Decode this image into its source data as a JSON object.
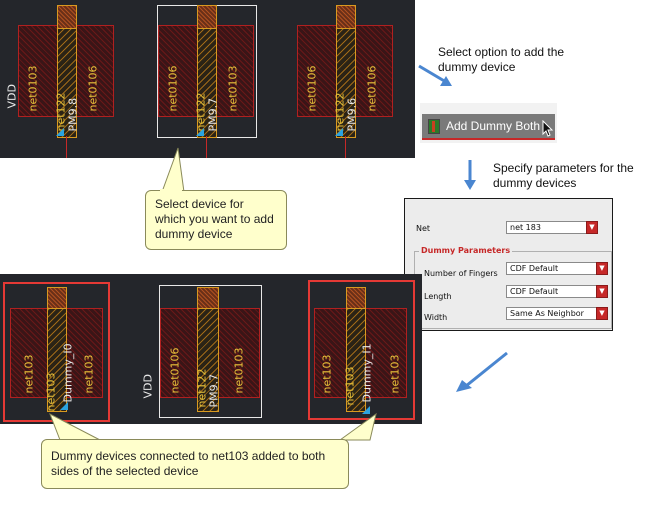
{
  "top_layout": {
    "vdd_label": "VDD",
    "cells": [
      {
        "left_net": "net0103",
        "gate_net": "net122",
        "device": "PM9.8",
        "right_net": "net0106"
      },
      {
        "left_net": "net0106",
        "gate_net": "net122",
        "device": "PM9.7",
        "right_net": "net0103"
      },
      {
        "left_net": "net0106",
        "gate_net": "net122",
        "device": "PM9.6",
        "right_net": "net0106"
      }
    ]
  },
  "callouts": {
    "select_device": "Select device for which you want to add dummy device",
    "dummy_result": "Dummy devices connected to net103 added to both sides of the selected device"
  },
  "notes": {
    "select_option": "Select option to add the dummy device",
    "specify_params": "Specify parameters for the dummy devices"
  },
  "menu": {
    "add_dummy_both": "Add Dummy Both",
    "icon": "dummy-device-icon"
  },
  "dialog": {
    "net_label": "Net",
    "net_value": "net 183",
    "section_title": "Dummy Parameters",
    "rows": [
      {
        "label": "Number of Fingers",
        "value": "CDF Default"
      },
      {
        "label": "Length",
        "value": "CDF Default"
      },
      {
        "label": "Width",
        "value": "Same As Neighbor"
      }
    ]
  },
  "bottom_layout": {
    "vdd_label": "VDD",
    "left_dummy": {
      "left_net": "net103",
      "gate_net": "net103",
      "device": "Dummy_I0",
      "right_net": "net103"
    },
    "center": {
      "left_net": "net0106",
      "gate_net": "net122",
      "device": "PM9.7",
      "right_net": "net0103"
    },
    "right_dummy": {
      "left_net": "net103",
      "gate_net": "net103",
      "device": "Dummy_I1",
      "right_net": "net103"
    }
  },
  "colors": {
    "layout_bg": "#24262b",
    "net_text": "#e8c23a",
    "selection_red": "#e53935",
    "arrow_blue": "#4a86d0",
    "callout_bg": "#ffffcc"
  }
}
